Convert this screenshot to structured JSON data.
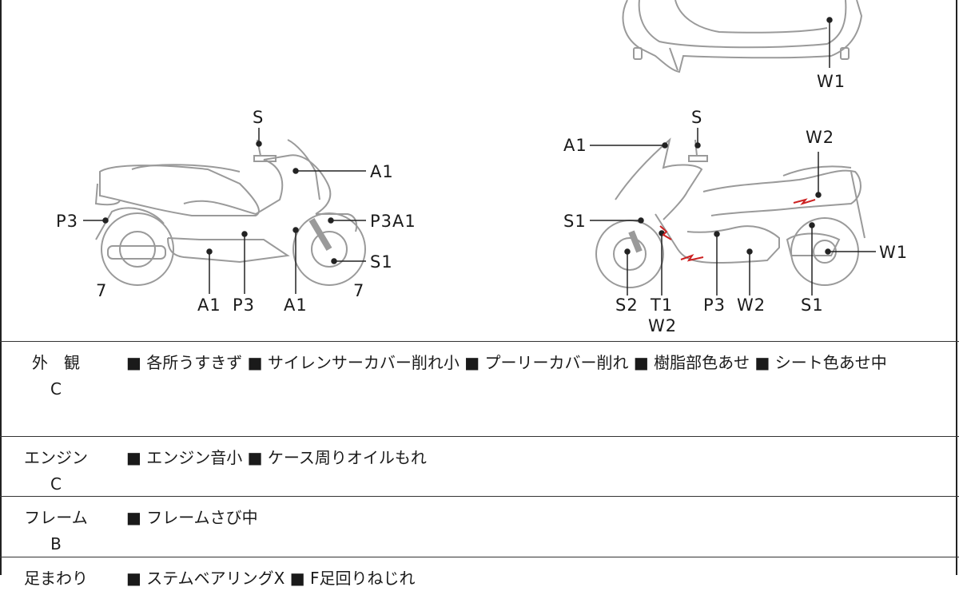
{
  "diagram": {
    "labels": {
      "top_w1": "W1",
      "left_s": "S",
      "left_a1_top": "A1",
      "left_p3_left": "P3",
      "left_p3a1": "P3A1",
      "left_s1": "S1",
      "left_7_left": "7",
      "left_a1_bottom": "A1",
      "left_p3_bottom": "P3",
      "left_a1_bottom2": "A1",
      "left_7_right": "7",
      "right_s": "S",
      "right_a1": "A1",
      "right_w2_top": "W2",
      "right_s1_left": "S1",
      "right_w1": "W1",
      "right_s2": "S2",
      "right_t1": "T1",
      "right_w2_t1": "W2",
      "right_p3": "P3",
      "right_w2_bottom": "W2",
      "right_s1_bottom": "S1"
    },
    "damage_color": "#cc2222"
  },
  "rows": [
    {
      "name": "外　観",
      "grade": "C",
      "notes": "■ 各所うすきず ■ サイレンサーカバー削れ小 ■ プーリーカバー削れ ■ 樹脂部色あせ ■ シート色あせ中"
    },
    {
      "name": "エンジン",
      "grade": "C",
      "notes": "■ エンジン音小 ■ ケース周りオイルもれ"
    },
    {
      "name": "フレーム",
      "grade": "B",
      "notes": "■ フレームさび中"
    },
    {
      "name": "足まわり",
      "grade": "",
      "notes": "■ ステムベアリングX ■ F足回りねじれ"
    }
  ]
}
